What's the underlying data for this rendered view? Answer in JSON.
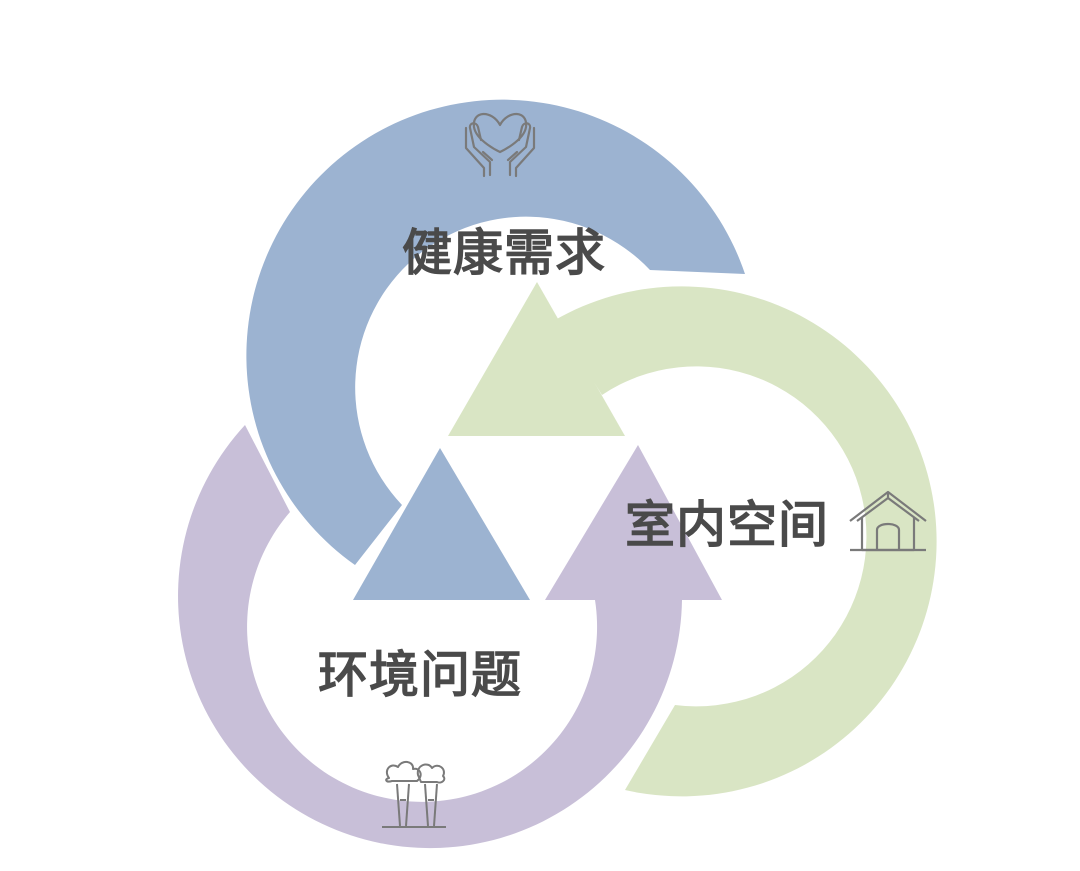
{
  "colors": {
    "background": "#ffffff",
    "blue": "#9cb3d1",
    "green": "#d9e5c4",
    "purple": "#c8bfd8",
    "text": "#4a4a4a",
    "icon": "#7a7a7a"
  },
  "nodes": {
    "health": {
      "label": "健康需求",
      "icon": "hands-heart-icon"
    },
    "indoor": {
      "label": "室内空间",
      "icon": "house-icon"
    },
    "environment": {
      "label": "环境问题",
      "icon": "factory-icon"
    }
  }
}
